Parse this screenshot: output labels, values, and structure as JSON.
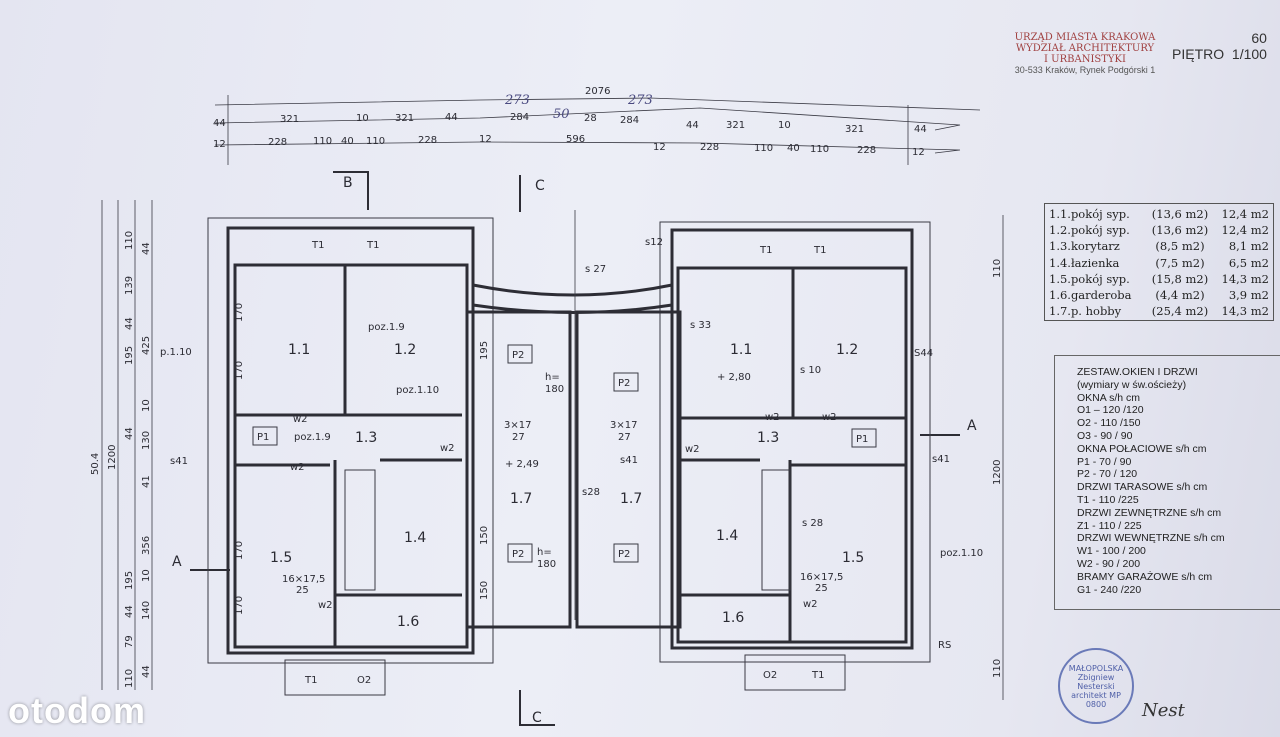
{
  "header": {
    "page_number": "60",
    "floor": "PIĘTRO",
    "scale": "1/100"
  },
  "stamp": {
    "line1": "URZĄD MIASTA KRAKOWA",
    "line2": "WYDZIAŁ ARCHITEKTURY",
    "line3": "I URBANISTYKI",
    "address": "30-533 Kraków, Rynek Podgórski 1"
  },
  "dimensions": {
    "total": "2076",
    "handwritten": [
      "273",
      "273",
      "50"
    ],
    "row1": [
      "44",
      "321",
      "10",
      "321",
      "44",
      "284",
      "28",
      "284",
      "44",
      "321",
      "10",
      "321",
      "44"
    ],
    "row2": [
      "12",
      "228",
      "110",
      "40",
      "110",
      "228",
      "12",
      "596",
      "12",
      "228",
      "110",
      "40",
      "110",
      "228",
      "12"
    ],
    "left_outer": [
      "110",
      "139",
      "44",
      "195",
      "44",
      "195",
      "44",
      "79",
      "110"
    ],
    "left_inner": [
      "44",
      "425",
      "10",
      "130",
      "41",
      "356",
      "10",
      "140",
      "44"
    ],
    "left_total": [
      "50.4",
      "1200"
    ],
    "right": [
      "110",
      "1200",
      "110"
    ]
  },
  "sections": {
    "a": "A",
    "b": "B",
    "c": "C"
  },
  "rooms": {
    "r11": "1.1",
    "r12": "1.2",
    "r13": "1.3",
    "r14": "1.4",
    "r15": "1.5",
    "r16": "1.6",
    "r17": "1.7",
    "height_left": "+ 2,49",
    "height_right": "+ 2,80",
    "stairs": "16×17,5",
    "stairs_run": "25",
    "stairs2": "3×17",
    "stairs2_run": "27",
    "labels": {
      "poz19": "poz.1.9",
      "poz110": "poz.1.10",
      "p110": "p.1.10",
      "p1": "P1",
      "p2": "P2",
      "h": "h=",
      "h180": "180",
      "t1": "T1",
      "o2": "O2",
      "w2": "w2",
      "s41": "s41",
      "s27": "s 27",
      "s12": "s12",
      "s33": "s 33",
      "s10": "s 10",
      "s44": "S44",
      "s28": "s 28",
      "s28a": "s28",
      "rs": "RS",
      "dim170": "170",
      "dim195": "195",
      "dim150": "150"
    }
  },
  "room_table": [
    {
      "name": "1.1.pokój syp.",
      "gross": "(13,6 m2)",
      "area": "12,4 m2"
    },
    {
      "name": "1.2.pokój  syp.",
      "gross": "(13,6 m2)",
      "area": "12,4 m2"
    },
    {
      "name": "1.3.korytarz",
      "gross": "(8,5 m2)",
      "area": "8,1 m2"
    },
    {
      "name": "1.4.łazienka",
      "gross": "(7,5 m2)",
      "area": "6,5 m2"
    },
    {
      "name": "1.5.pokój syp.",
      "gross": "(15,8 m2)",
      "area": "14,3 m2"
    },
    {
      "name": "1.6.garderoba",
      "gross": "(4,4 m2)",
      "area": "3,9 m2"
    },
    {
      "name": "1.7.p. hobby",
      "gross": "(25,4 m2)",
      "area": "14,3 m2"
    }
  ],
  "legend": [
    "ZESTAW.OKIEN I DRZWI",
    "(wymiary w św.ościeży)",
    "OKNA  s/h cm",
    "O1 –   120 /120",
    "O2 -    110 /150",
    "O3 -      90 / 90",
    "OKNA  POŁACIOWE s/h cm",
    "P1 -      70 / 90",
    "P2 -      70 / 120",
    "DRZWI TARASOWE s/h cm",
    "T1 -    110 /225",
    "DRZWI ZEWNĘTRZNE  s/h cm",
    "Z1 -      110 / 225",
    "DRZWI WEWNĘTRZNE  s/h cm",
    "W1 -     100 / 200",
    "W2 -      90 / 200",
    "BRAMY GARAŻOWE   s/h cm",
    "G1 -    240 /220"
  ],
  "seal": {
    "text": "MAŁOPOLSKA Zbigniew Nesterski architekt MP 0800"
  },
  "signature": "Nest",
  "watermark": "otodom"
}
